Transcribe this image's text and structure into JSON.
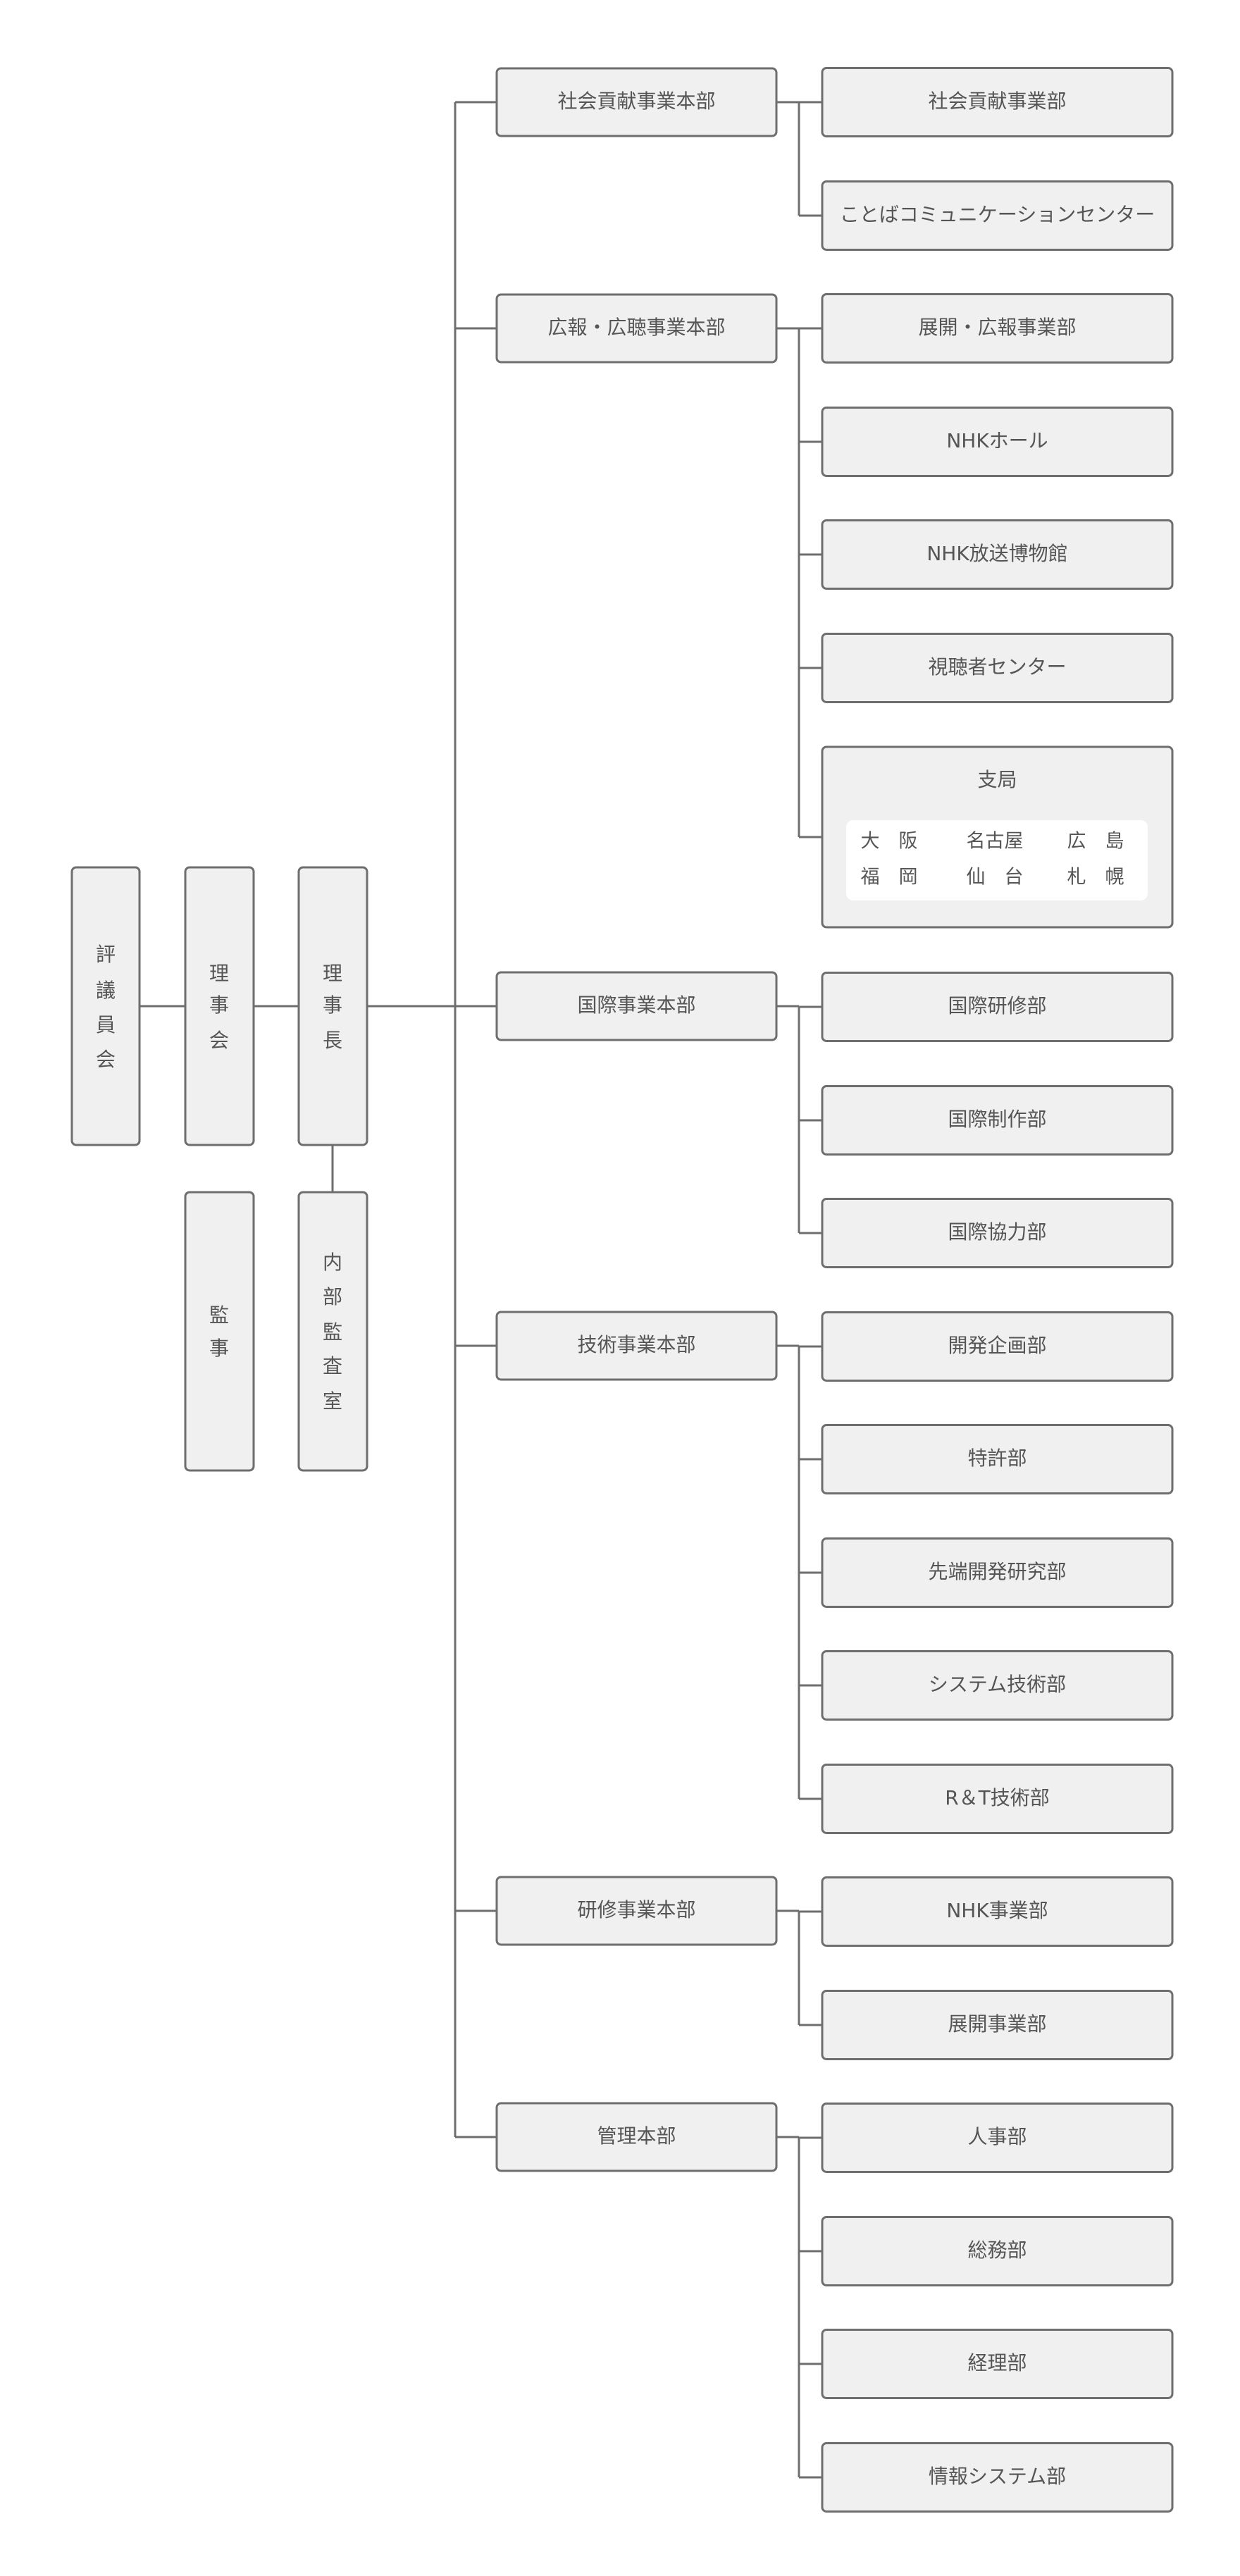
{
  "left": {
    "council": "評議員会",
    "board": "理事会",
    "chairman": "理事長",
    "auditor": "監事",
    "internal_audit": "内部監査室"
  },
  "divisions": [
    {
      "name": "社会貢献事業本部",
      "children": [
        "社会貢献事業部",
        "ことばコミュニケーションセンター"
      ]
    },
    {
      "name": "広報・広聴事業本部",
      "children": [
        "展開・広報事業部",
        "NHKホール",
        "NHK放送博物館",
        "視聴者センター",
        "支局"
      ]
    },
    {
      "name": "国際事業本部",
      "children": [
        "国際研修部",
        "国際制作部",
        "国際協力部"
      ]
    },
    {
      "name": "技術事業本部",
      "children": [
        "開発企画部",
        "特許部",
        "先端開発研究部",
        "システム技術部",
        "R＆T技術部"
      ]
    },
    {
      "name": "研修事業本部",
      "children": [
        "NHK事業部",
        "展開事業部"
      ]
    },
    {
      "name": "管理本部",
      "children": [
        "人事部",
        "総務部",
        "経理部",
        "情報システム部"
      ]
    }
  ],
  "branches": [
    [
      "大　阪",
      "名古屋",
      "広　島"
    ],
    [
      "福　岡",
      "仙　台",
      "札　幌"
    ]
  ],
  "colors": {
    "box_fill": "#f0f0f0",
    "box_stroke": "#6e6e6e",
    "line": "#6e6e6e",
    "text": "#555555",
    "inner_fill": "#ffffff"
  }
}
